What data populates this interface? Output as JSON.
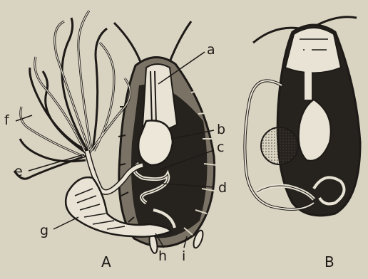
{
  "figure": {
    "panel_labels": {
      "A": "A",
      "B": "B"
    },
    "labels": {
      "a": "a",
      "b": "b",
      "c": "c",
      "d": "d",
      "e": "e",
      "f": "f",
      "g": "g",
      "h": "h",
      "i": "i"
    }
  }
}
